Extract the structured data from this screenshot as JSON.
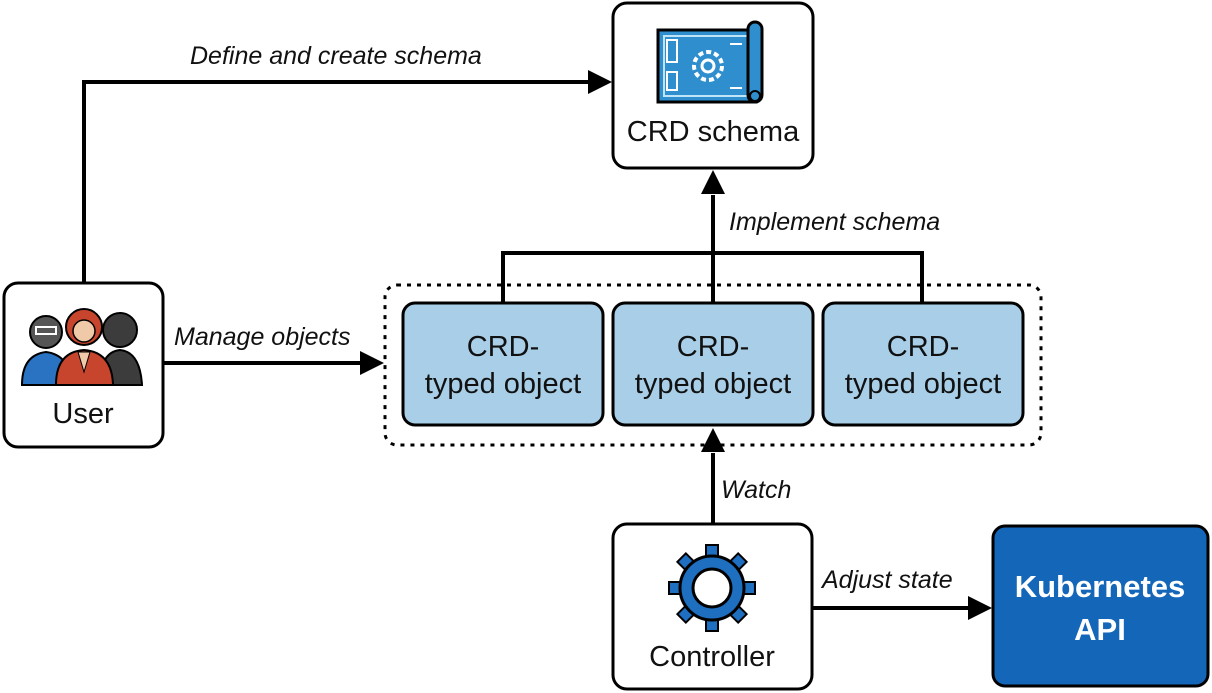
{
  "nodes": {
    "crd_schema": {
      "label": "CRD schema",
      "icon": "blueprint-icon"
    },
    "user": {
      "label": "User",
      "icon": "people-group-icon"
    },
    "objects": [
      {
        "line1": "CRD-",
        "line2": "typed object"
      },
      {
        "line1": "CRD-",
        "line2": "typed object"
      },
      {
        "line1": "CRD-",
        "line2": "typed object"
      }
    ],
    "controller": {
      "label": "Controller",
      "icon": "gear-icon"
    },
    "kubernetes_api": {
      "line1": "Kubernetes",
      "line2": "API"
    }
  },
  "edges": {
    "define": "Define and create schema",
    "implement": "Implement schema",
    "manage": "Manage objects",
    "watch": "Watch",
    "adjust": "Adjust state"
  },
  "colors": {
    "object_fill": "#a9cfe8",
    "api_fill": "#1466b8",
    "blueprint": "#2f8fce",
    "gear": "#1f6fc1",
    "person_blue": "#2a73c2",
    "person_red": "#c8452d",
    "person_dark": "#3c3c3c"
  }
}
